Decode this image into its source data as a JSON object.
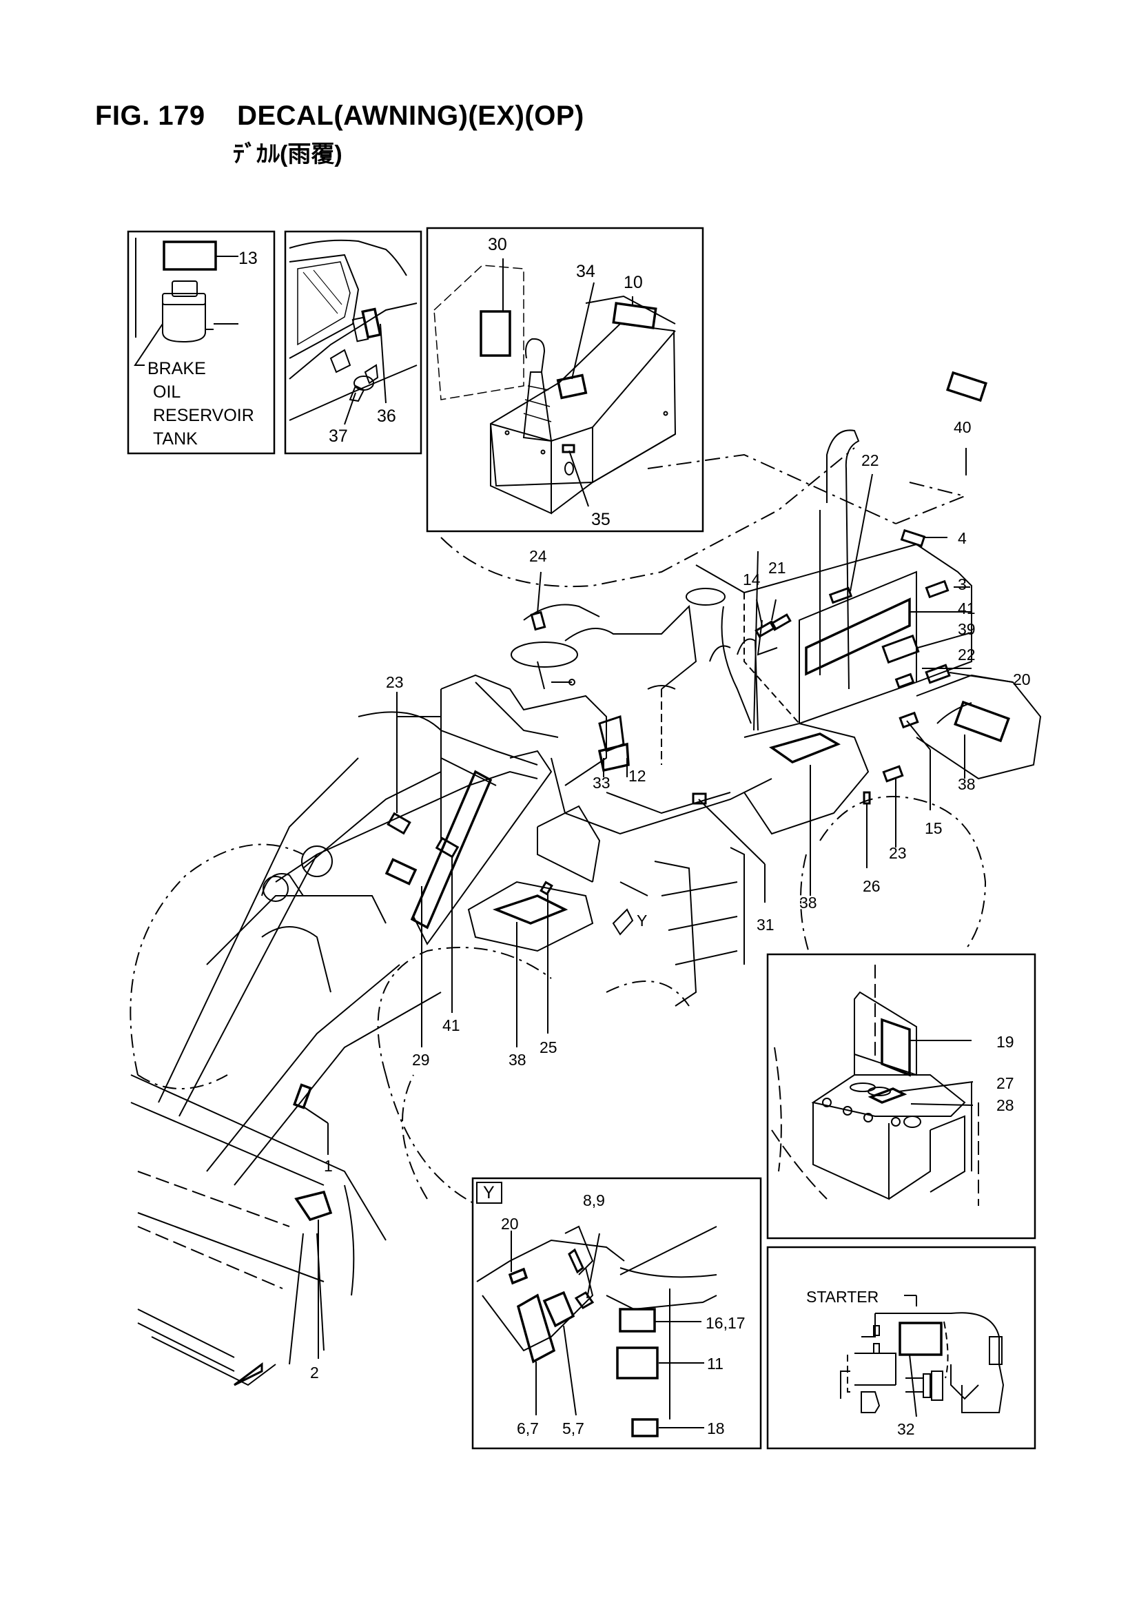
{
  "header": {
    "fig_number": "FIG. 179",
    "title": "DECAL(AWNING)(EX)(OP)",
    "subtitle": "ﾃﾞｶﾙ(雨覆)"
  },
  "insets": {
    "brake_tank": {
      "part": "13",
      "caption": [
        "BRAKE",
        "OIL",
        "RESERVOIR",
        "TANK"
      ]
    },
    "cab_panel": {
      "parts": [
        "36",
        "37"
      ]
    },
    "control_box": {
      "parts": [
        "30",
        "34",
        "10",
        "35"
      ]
    },
    "battery": {
      "parts": [
        "19",
        "27",
        "28"
      ]
    },
    "view_y": {
      "tag": "Y",
      "parts": [
        "20",
        "8,9",
        "16,17",
        "11",
        "18",
        "6,7",
        "5,7"
      ]
    },
    "starter": {
      "caption": "STARTER",
      "part": "32"
    }
  },
  "main_view": {
    "view_marker": "Y",
    "parts": [
      "40",
      "4",
      "3",
      "41",
      "39",
      "22",
      "20",
      "22",
      "21",
      "14",
      "24",
      "23",
      "33",
      "12",
      "38",
      "15",
      "23",
      "26",
      "31",
      "38",
      "29",
      "41",
      "38",
      "25",
      "1",
      "2"
    ]
  }
}
